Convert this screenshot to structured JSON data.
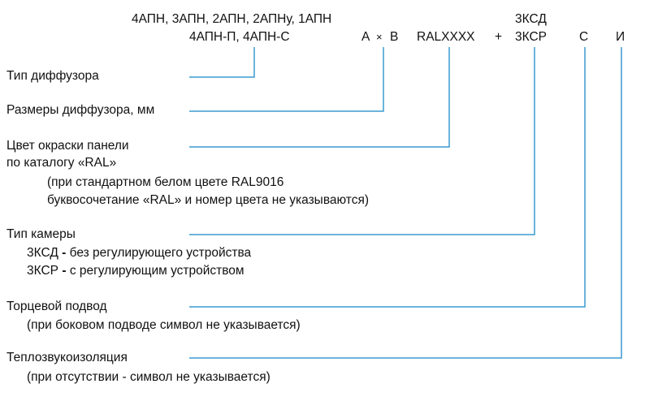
{
  "code_header": {
    "line1": "4АПН, 3АПН, 2АПН, 2АПНу, 1АПН",
    "line2": "4АПН-П, 4АПН-С",
    "a": "А",
    "times": "×",
    "b": "В",
    "ral": "RALXXXX",
    "plus": "+",
    "chamber_top": "3КСД",
    "chamber_bottom": "3КСР",
    "c": "С",
    "i": "И"
  },
  "labels": {
    "diffuser_type": "Тип диффузора",
    "diffuser_size": "Размеры диффузора, мм",
    "color_line1": "Цвет окраски панели",
    "color_line2": "по каталогу «RAL»",
    "color_note1": "(при стандартном белом цвете RAL9016",
    "color_note2": "буквосочетание «RAL» и номер цвета не указываются)",
    "chamber_type": "Тип камеры",
    "chamber_ksd_code": "3КСД",
    "chamber_ksd_dash": "-",
    "chamber_ksd_text": "без регулирующего устройства",
    "chamber_ksr_code": "3КСР",
    "chamber_ksr_dash": "-",
    "chamber_ksr_text": "с регулирующим устройством",
    "end_supply": "Торцевой подвод",
    "end_supply_note": "(при боковом подводе символ не указывается)",
    "insulation": "Теплозвукоизоляция",
    "insulation_note": "(при отсутствии - символ не указывается)"
  },
  "colors": {
    "leader_line": "#3a9bd0",
    "text": "#111111"
  }
}
